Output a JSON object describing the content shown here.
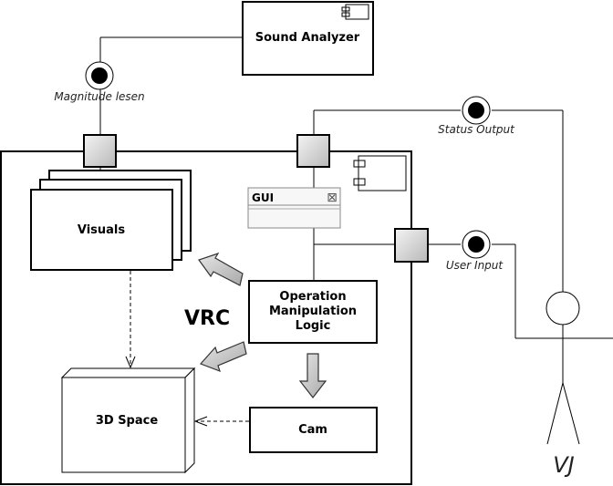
{
  "diagram": {
    "sound_analyzer": "Sound Analyzer",
    "magnitude_label": "Magnitude lesen",
    "status_output_label": "Status Output",
    "user_input_label": "User Input",
    "visuals": "Visuals",
    "gui": "GUI",
    "gui_close_glyph": "⊠",
    "system_label": "VRC",
    "operation_line1": "Operation",
    "operation_line2": "Manipulation",
    "operation_line3": "Logic",
    "space": "3D Space",
    "cam": "Cam",
    "actor": "VJ"
  }
}
